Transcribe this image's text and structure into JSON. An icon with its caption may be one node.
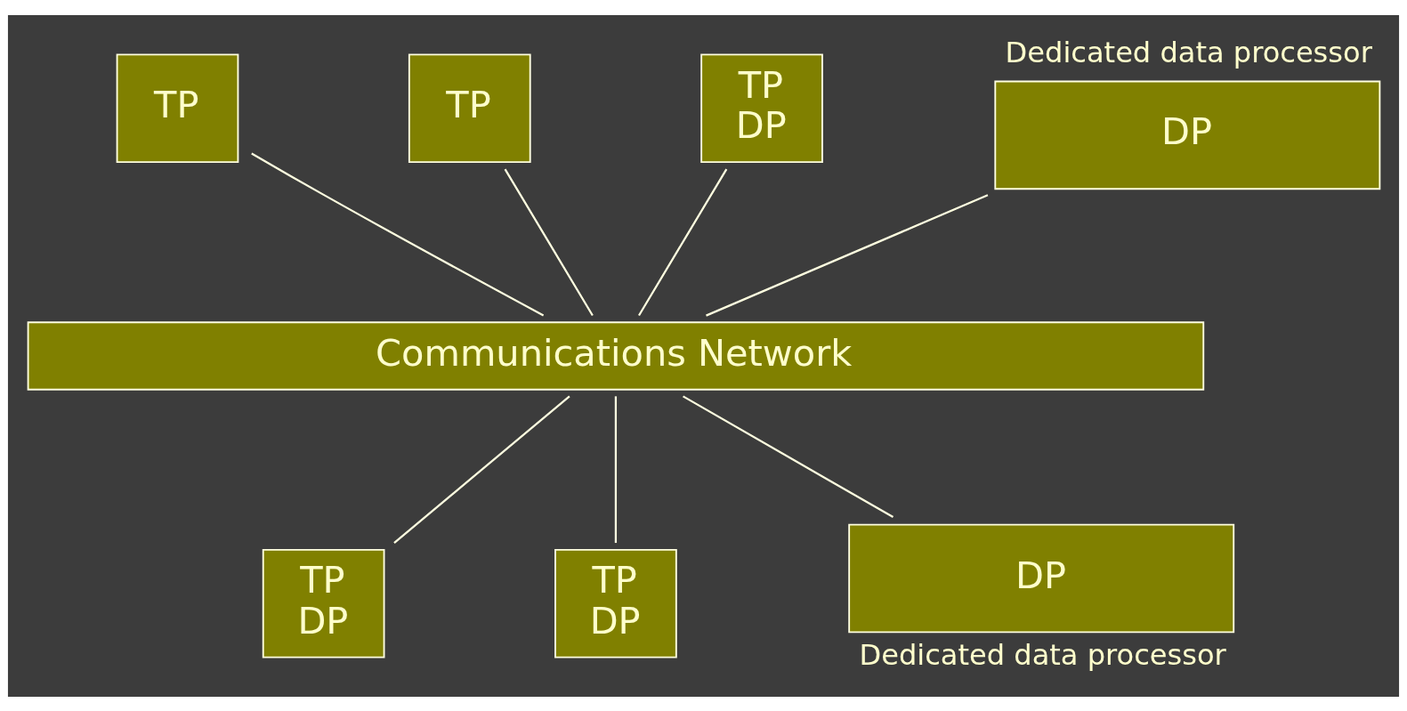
{
  "diagram": {
    "nodes": [
      {
        "text": [
          "TP"
        ]
      },
      {
        "text": [
          "TP"
        ]
      },
      {
        "text": [
          "TP",
          "DP"
        ]
      },
      {
        "text": [
          "DP"
        ],
        "beside": [
          "Dedicated data processor"
        ]
      },
      {
        "text": [
          "Communications Network"
        ]
      },
      {
        "text": [
          "TP",
          "DP"
        ]
      },
      {
        "text": [
          "TP",
          "DP"
        ]
      },
      {
        "text": [
          "DP"
        ],
        "beside": [
          "Dedicated data processor"
        ]
      }
    ],
    "edges": [
      {
        "from": 0,
        "to": 4,
        "arrow": "none"
      },
      {
        "from": 1,
        "to": 4,
        "arrow": "none"
      },
      {
        "from": 2,
        "to": 4,
        "arrow": "none"
      },
      {
        "from": 3,
        "to": 4,
        "arrow": "none"
      },
      {
        "from": 4,
        "to": 5,
        "arrow": "none"
      },
      {
        "from": 4,
        "to": 6,
        "arrow": "none"
      },
      {
        "from": 4,
        "to": 7,
        "arrow": "none"
      }
    ]
  }
}
